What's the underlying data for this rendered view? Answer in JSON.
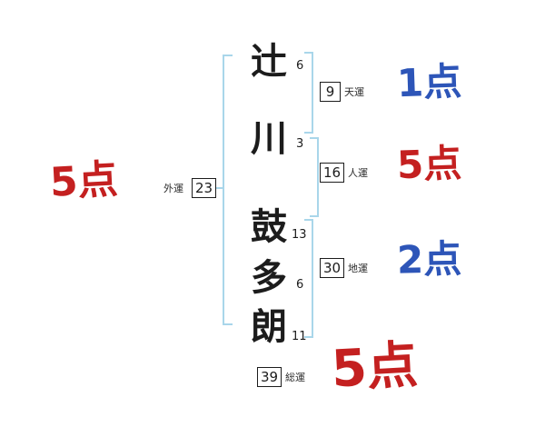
{
  "chars": [
    {
      "char": "辻",
      "strokes": "6"
    },
    {
      "char": "川",
      "strokes": "3"
    },
    {
      "char": "鼓",
      "strokes": "13"
    },
    {
      "char": "多",
      "strokes": "6"
    },
    {
      "char": "朗",
      "strokes": "11"
    }
  ],
  "fortunes": {
    "ten": {
      "value": "9",
      "label": "天運",
      "score": "1点"
    },
    "jin": {
      "value": "16",
      "label": "人運",
      "score": "5点"
    },
    "chi": {
      "value": "30",
      "label": "地運",
      "score": "2点"
    },
    "sou": {
      "value": "39",
      "label": "総運",
      "score": "5点"
    },
    "gai": {
      "value": "23",
      "label": "外運",
      "score": "5点"
    }
  },
  "colors": {
    "red": "#c42020",
    "blue": "#2d55b8",
    "bracket": "#a9d6ea",
    "ink": "#1c1c1c"
  }
}
